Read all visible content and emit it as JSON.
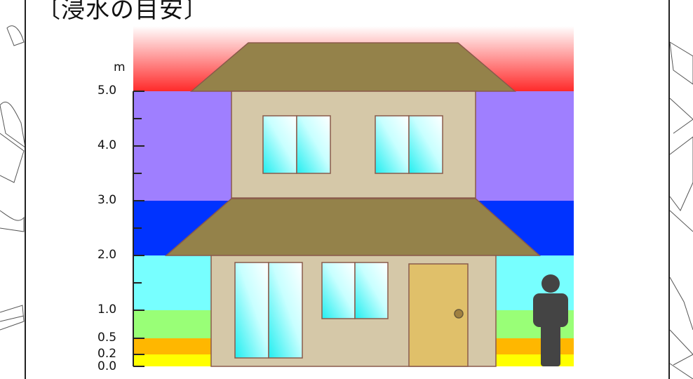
{
  "title": "〔浸水の目安〕",
  "unit": "m",
  "colors": {
    "band_0_0_2": "#ffff00",
    "band_0_2_0_5": "#ffb700",
    "band_0_5_1_0": "#99ff77",
    "band_1_0_2_0": "#77ffff",
    "band_2_0_3_0": "#0033ff",
    "band_3_0_5_0": "#9f7fff",
    "band_above_5_0": "#ff2a2a",
    "wall": "#d5c8a8",
    "roof": "#94824a",
    "door": "#e0c06a",
    "person": "#444444"
  },
  "depth_bands": [
    {
      "from": 0.0,
      "to": 0.2,
      "color_key": "band_0_0_2"
    },
    {
      "from": 0.2,
      "to": 0.5,
      "color_key": "band_0_2_0_5"
    },
    {
      "from": 0.5,
      "to": 1.0,
      "color_key": "band_0_5_1_0"
    },
    {
      "from": 1.0,
      "to": 2.0,
      "color_key": "band_1_0_2_0"
    },
    {
      "from": 2.0,
      "to": 3.0,
      "color_key": "band_2_0_3_0"
    },
    {
      "from": 3.0,
      "to": 5.0,
      "color_key": "band_3_0_5_0"
    }
  ],
  "y_ticks": [
    {
      "value": 0.0,
      "label": "0.0"
    },
    {
      "value": 0.2,
      "label": "0.2"
    },
    {
      "value": 0.5,
      "label": "0.5"
    },
    {
      "value": 1.0,
      "label": "1.0"
    },
    {
      "value": 2.0,
      "label": "2.0"
    },
    {
      "value": 3.0,
      "label": "3.0"
    },
    {
      "value": 4.0,
      "label": "4.0"
    },
    {
      "value": 5.0,
      "label": "5.0"
    }
  ],
  "minor_ticks": [
    1.5,
    2.5,
    3.5,
    4.5
  ]
}
